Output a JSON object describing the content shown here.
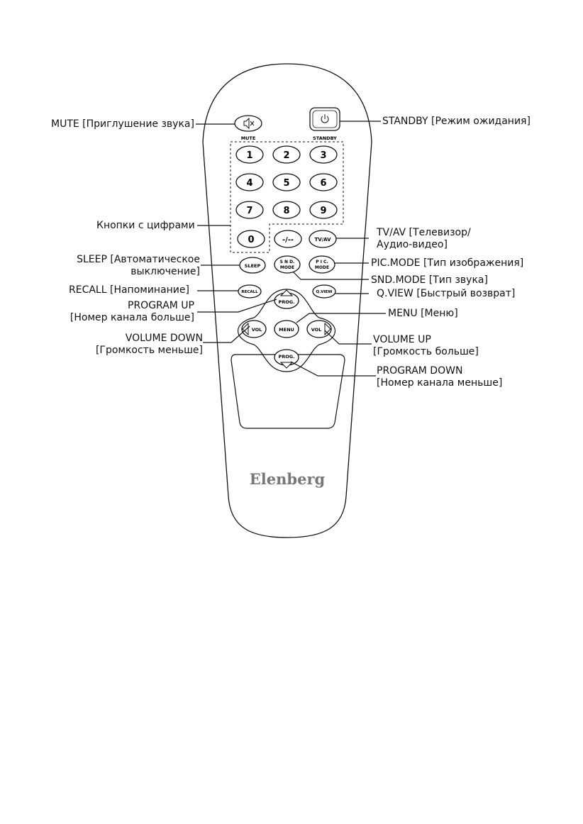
{
  "brand": "Elenberg",
  "buttons": {
    "mute_caption": "MUTE",
    "standby_caption": "STANDBY",
    "digits": [
      "1",
      "2",
      "3",
      "4",
      "5",
      "6",
      "7",
      "8",
      "9"
    ],
    "zero": "0",
    "dash": "-/--",
    "tvav": "TV/AV",
    "sleep": "SLEEP",
    "snd_mode_line1": "S N D.",
    "snd_mode_line2": "MODE",
    "pic_mode_line1": "P I C.",
    "pic_mode_line2": "MODE",
    "recall": "RECALL",
    "qview": "Q.VIEW",
    "prog_up": "PROG.",
    "prog_down": "PROG.",
    "menu": "MENU",
    "vol_left": "VOL",
    "vol_right": "VOL"
  },
  "labels": {
    "mute": "MUTE [Приглушение звука]",
    "standby": "STANDBY [Режим ожидания]",
    "digits": "Кнопки с цифрами",
    "tvav_line1": "TV/AV [Телевизор/",
    "tvav_line2": "Аудио-видео]",
    "sleep_line1": "SLEEP [Автоматическое",
    "sleep_line2": "выключение]",
    "pic_mode": "PIC.MODE [Тип изображения]",
    "snd_mode": "SND.MODE [Тип звука]",
    "recall": "RECALL [Напоминание]",
    "qview": "Q.VIEW [Быстрый возврат]",
    "prog_up_line1": "PROGRAM UP",
    "prog_up_line2": "[Номер канала больше]",
    "menu": "MENU [Меню]",
    "vol_down_line1": "VOLUME  DOWN",
    "vol_down_line2": "[Громкость меньше]",
    "vol_up_line1": "VOLUME UP",
    "vol_up_line2": "[Громкость больше]",
    "prog_down_line1": "PROGRAM DOWN",
    "prog_down_line2": "[Номер канала меньше]"
  }
}
